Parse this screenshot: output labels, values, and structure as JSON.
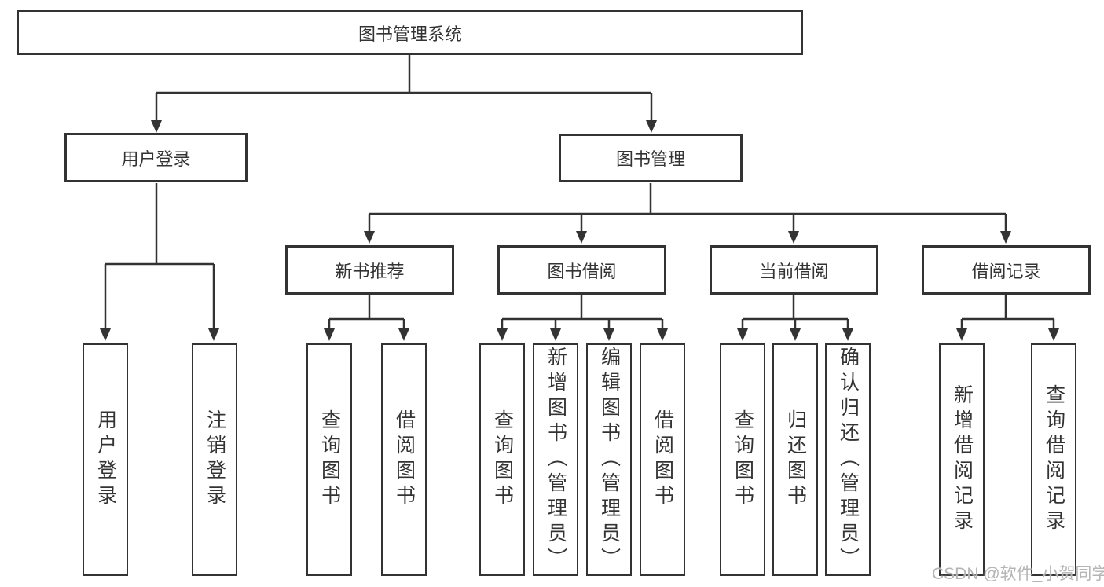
{
  "diagram_title": "图书管理系统",
  "colors": {
    "line": "#333333",
    "text": "#333333",
    "watermark": "#b5b5b5",
    "background": "#ffffff"
  },
  "nodes": {
    "root": "图书管理系统",
    "user_login": "用户登录",
    "book_mgmt": "图书管理",
    "new_book_rec": "新书推荐",
    "book_borrow": "图书借阅",
    "current_borrow": "当前借阅",
    "borrow_record": "借阅记录",
    "leaf_user_login": "用户登录",
    "leaf_logout": "注销登录",
    "leaf_nbr_query": "查询图书",
    "leaf_nbr_borrow": "借阅图书",
    "leaf_bb_query": "查询图书",
    "leaf_bb_add": "新增图书（管理员）",
    "leaf_bb_edit": "编辑图书（管理员）",
    "leaf_bb_borrow": "借阅图书",
    "leaf_cb_query": "查询图书",
    "leaf_cb_return": "归还图书",
    "leaf_cb_confirm": "确认归还（管理员）",
    "leaf_br_add": "新增借阅记录",
    "leaf_br_query": "查询借阅记录"
  },
  "watermark": "CSDN @软件_小贺同学"
}
